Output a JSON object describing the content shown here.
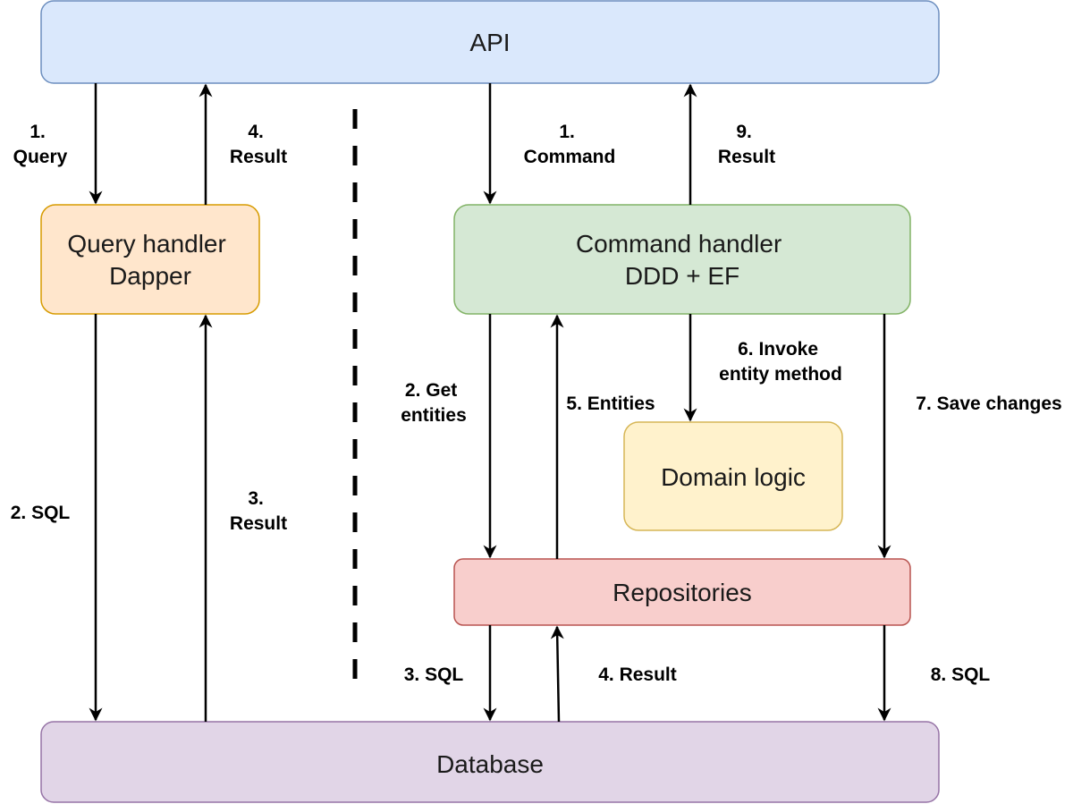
{
  "colors": {
    "api": {
      "fill": "#dae8fc",
      "stroke": "#6c8ebf"
    },
    "query_handler": {
      "fill": "#ffe6cc",
      "stroke": "#d79b00"
    },
    "command_handler": {
      "fill": "#d5e8d4",
      "stroke": "#82b366"
    },
    "domain_logic": {
      "fill": "#fff2cc",
      "stroke": "#d6b656"
    },
    "repositories": {
      "fill": "#f8cecc",
      "stroke": "#b85450"
    },
    "database": {
      "fill": "#e1d5e7",
      "stroke": "#9673a6"
    }
  },
  "boxes": {
    "api": {
      "lines": [
        "API"
      ]
    },
    "query_handler": {
      "lines": [
        "Query handler",
        "Dapper"
      ]
    },
    "command_handler": {
      "lines": [
        "Command handler",
        "DDD + EF"
      ]
    },
    "domain_logic": {
      "lines": [
        "Domain logic"
      ]
    },
    "repositories": {
      "lines": [
        "Repositories"
      ]
    },
    "database": {
      "lines": [
        "Database"
      ]
    }
  },
  "edge_labels": {
    "q_query": [
      "1.",
      "Query"
    ],
    "q_result_top": [
      "4.",
      "Result"
    ],
    "q_sql": [
      "2. SQL"
    ],
    "q_result_bottom": [
      "3.",
      "Result"
    ],
    "c_command": [
      "1.",
      "Command"
    ],
    "c_result_top": [
      "9.",
      "Result"
    ],
    "c_get_entities": [
      "2. Get",
      "entities"
    ],
    "c_entities": [
      "5. Entities"
    ],
    "c_invoke": [
      "6. Invoke",
      "entity method"
    ],
    "c_save_changes": [
      "7. Save changes"
    ],
    "c_sql_3": [
      "3. SQL"
    ],
    "c_result_4": [
      "4. Result"
    ],
    "c_sql_8": [
      "8. SQL"
    ]
  }
}
